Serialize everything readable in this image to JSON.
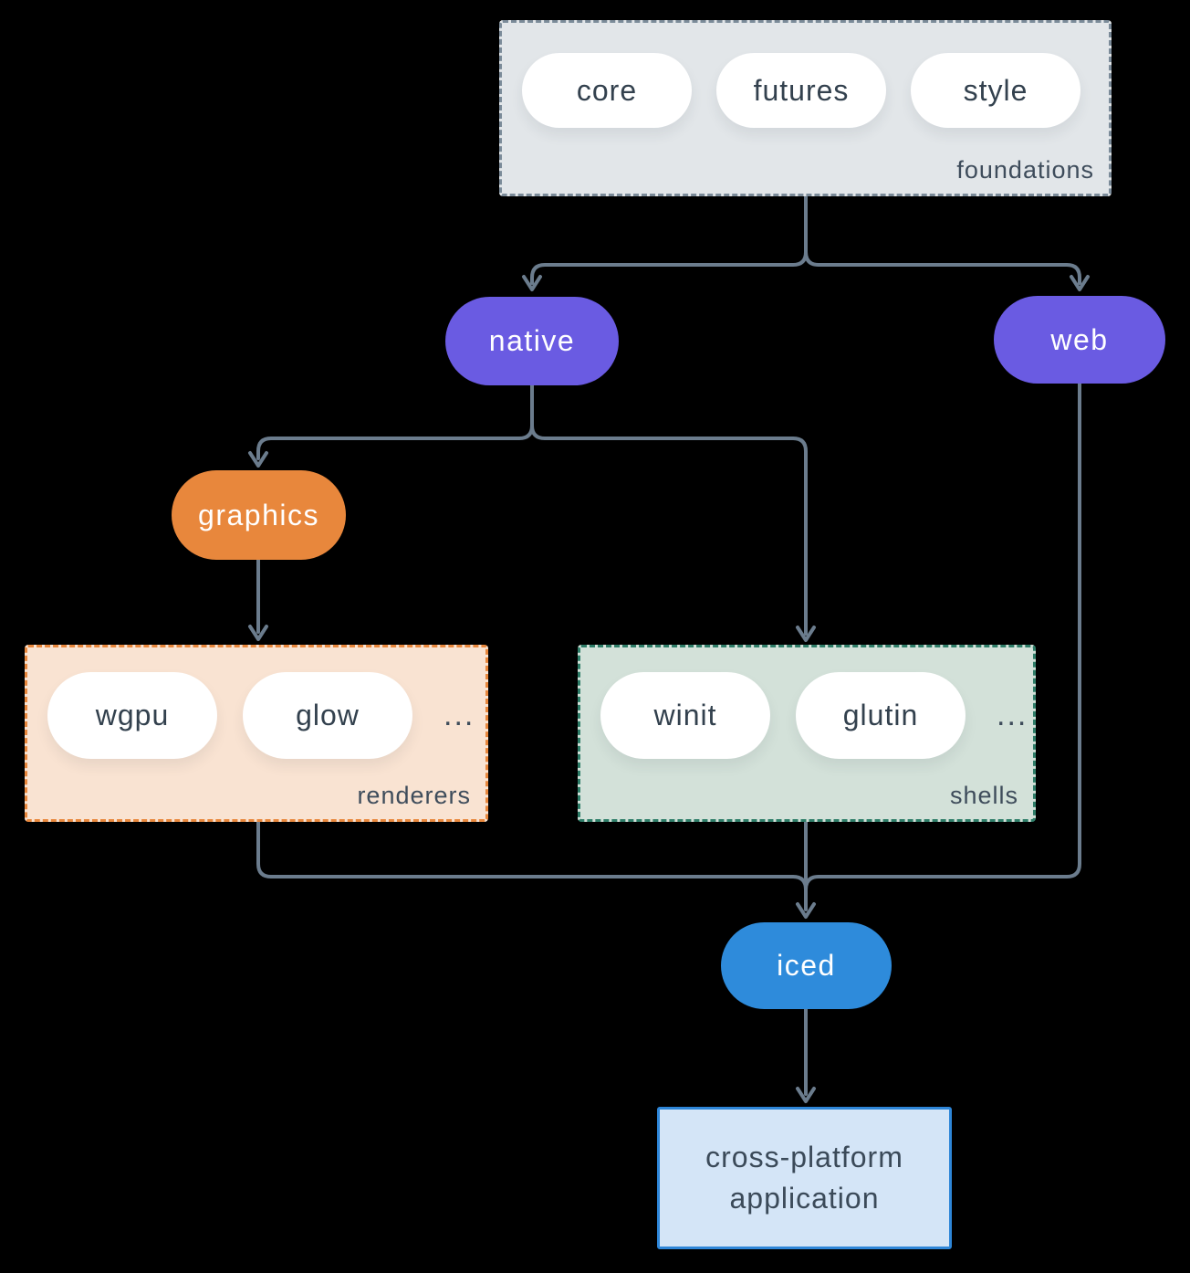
{
  "diagram": {
    "foundations": {
      "label": "foundations",
      "pills": [
        "core",
        "futures",
        "style"
      ]
    },
    "native": {
      "label": "native"
    },
    "web": {
      "label": "web"
    },
    "graphics": {
      "label": "graphics"
    },
    "renderers": {
      "label": "renderers",
      "pills": [
        "wgpu",
        "glow"
      ],
      "more": "..."
    },
    "shells": {
      "label": "shells",
      "pills": [
        "winit",
        "glutin"
      ],
      "more": "..."
    },
    "iced": {
      "label": "iced"
    },
    "application": {
      "label": "cross-platform application"
    }
  },
  "colors": {
    "accent_purple": "#6a5be2",
    "accent_orange": "#e8873c",
    "accent_blue": "#2e8bdb",
    "foundations_fill": "#e2e6e9",
    "renderers_fill": "#f9e3d2",
    "shells_fill": "#d3e1d9",
    "application_fill": "#d4e5f7",
    "arrow": "#6b7c8d",
    "label_text": "#3e4c5b"
  }
}
